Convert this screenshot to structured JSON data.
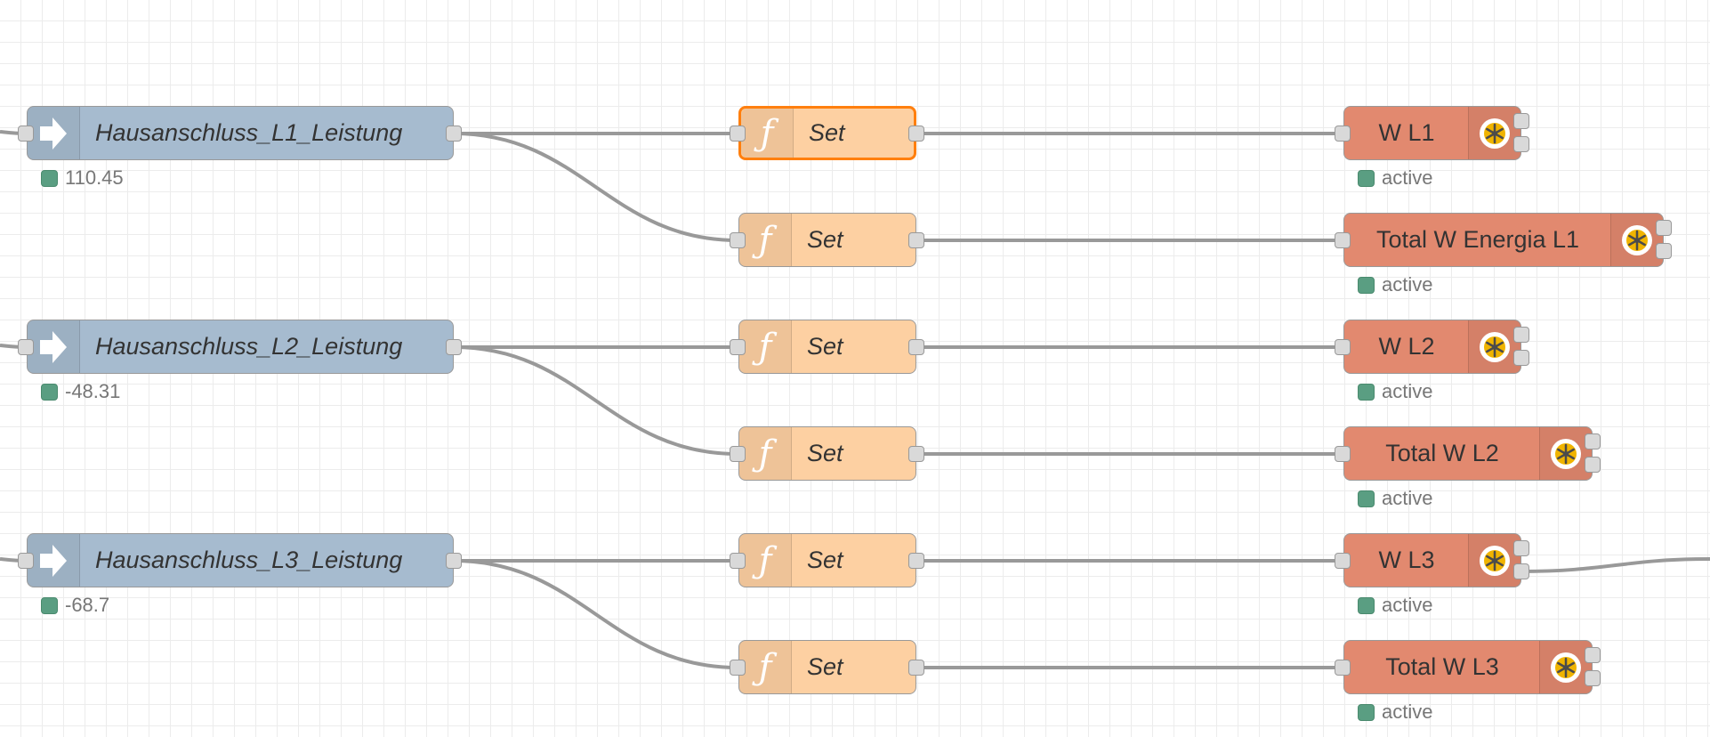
{
  "colors": {
    "inject_node": "#a6bbcf",
    "function_node": "#fdd0a2",
    "output_node": "#e2896f",
    "selected_border": "#ff7f0e",
    "status_dot": "#5a9e82",
    "wire": "#999999"
  },
  "icons": {
    "inject": "arrow-right-icon",
    "function": "function-f-icon",
    "output": "wheel-gear-icon"
  },
  "flow": {
    "inputs": [
      {
        "label": "Hausanschluss_L1_Leistung",
        "status": "110.45"
      },
      {
        "label": "Hausanschluss_L2_Leistung",
        "status": "-48.31"
      },
      {
        "label": "Hausanschluss_L3_Leistung",
        "status": "-68.7"
      }
    ],
    "functions": [
      {
        "label": "Set",
        "selected": true
      },
      {
        "label": "Set",
        "selected": false
      },
      {
        "label": "Set",
        "selected": false
      },
      {
        "label": "Set",
        "selected": false
      },
      {
        "label": "Set",
        "selected": false
      },
      {
        "label": "Set",
        "selected": false
      }
    ],
    "outputs": [
      {
        "label": "W L1",
        "status": "active"
      },
      {
        "label": "Total W Energia L1",
        "status": "active"
      },
      {
        "label": "W L2",
        "status": "active"
      },
      {
        "label": "Total W L2",
        "status": "active"
      },
      {
        "label": "W L3",
        "status": "active"
      },
      {
        "label": "Total W L3",
        "status": "active"
      }
    ]
  }
}
